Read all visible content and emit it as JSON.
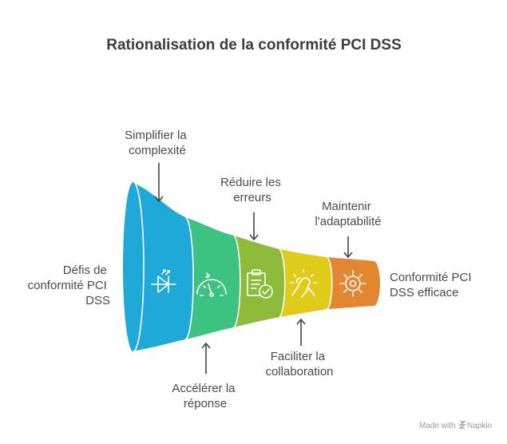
{
  "title": "Rationalisation de la conformité PCI DSS",
  "start_label": [
    "Défis de",
    "conformité PCI",
    "DSS"
  ],
  "end_label": [
    "Conformité PCI",
    "DSS efficace"
  ],
  "stages": [
    {
      "label": [
        "Simplifier la",
        "complexité"
      ],
      "icon": "diode-icon",
      "color": "#1fa9d8"
    },
    {
      "label": [
        "Accélérer la",
        "réponse"
      ],
      "icon": "speedometer-icon",
      "color": "#3cc281"
    },
    {
      "label": [
        "Réduire les",
        "erreurs"
      ],
      "icon": "clipboard-check-icon",
      "color": "#8fbb3a"
    },
    {
      "label": [
        "Faciliter la",
        "collaboration"
      ],
      "icon": "handshake-icon",
      "color": "#e0cb1a"
    },
    {
      "label": [
        "Maintenir",
        "l'adaptabilité"
      ],
      "icon": "gear-icon",
      "color": "#e38632"
    }
  ],
  "credit": "Made with",
  "credit_brand": "Napkin"
}
